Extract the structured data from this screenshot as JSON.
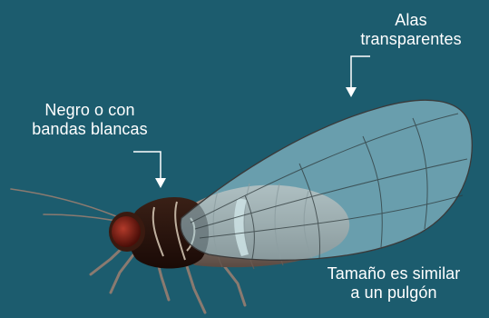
{
  "background_color": "#1c5c6e",
  "labels": {
    "wings": {
      "line1": "Alas",
      "line2": "transparentes"
    },
    "color": {
      "line1": "Negro o con",
      "line2": "bandas blancas"
    },
    "size": {
      "line1": "Tamaño es similar",
      "line2": "a un pulgón"
    }
  },
  "colors": {
    "wing_fill": "#a9d6e2",
    "body_dark": "#2a140c",
    "abdomen": "#8a7a70",
    "eye": "#7a2018",
    "leader_lines": "#ffffff"
  }
}
